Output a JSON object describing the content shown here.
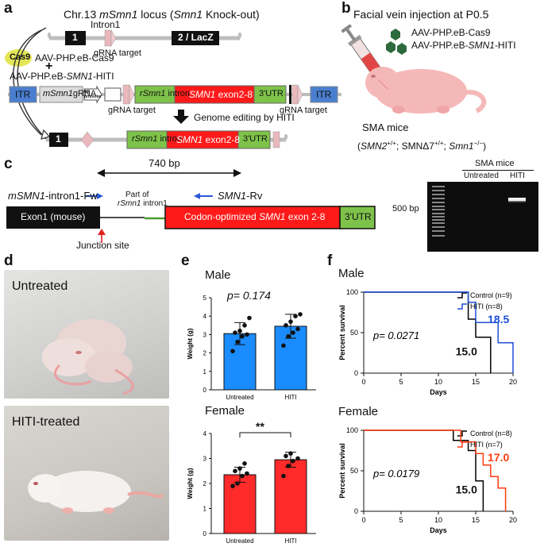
{
  "panel_labels": [
    "a",
    "b",
    "c",
    "d",
    "e",
    "f"
  ],
  "panel_a": {
    "title": "Chr.13 mSmn1 locus (Smn1 Knock-out)",
    "title_italic": "mSmn1",
    "title_pre": "Chr.13 ",
    "title_mid": " locus (",
    "title_it2": "Smn1",
    "title_post": " Knock-out)",
    "intron1": "Intron1",
    "exon1": "1",
    "exon2_lacz": "2 / LacZ",
    "grna_target": "gRNA target",
    "cas9": "Cas9",
    "vector1": "AAV-PHP.eB-Cas9",
    "plus": "+",
    "vector2_pre": "AAV-PHP.eB-",
    "vector2_it": "SMN1",
    "vector2_post": "-HITI",
    "itr": "ITR",
    "msmn1grna_it": "mSmn1",
    "msmn1grna_post": "gRNA",
    "u6": "U6 promoter",
    "rsmn1_it": "rSmn1",
    "rsmn1_post": " intron",
    "smn1_it": "SMN1",
    "smn1_post": " exon2-8",
    "utr": "3'UTR",
    "editing": "Genome editing by HITI"
  },
  "panel_b": {
    "title": "Facial vein injection at P0.5",
    "vector1": "AAV-PHP.eB-Cas9",
    "vector2_pre": "AAV-PHP.eB-",
    "vector2_it": "SMN1",
    "vector2_post": "-HITI",
    "sma": "SMA mice",
    "genotype_a": "SMN2",
    "genotype_a_sup": "+/+",
    "genotype_b": "; SMNΔ7",
    "genotype_b_sup": "+/+",
    "genotype_c": "; ",
    "genotype_c_it": "Smn1",
    "genotype_c_sup": "−/−"
  },
  "panel_c": {
    "size": "740 bp",
    "fw_it": "mSMN1",
    "fw_post": "-intron1-Fw",
    "rv_it": "SMN1",
    "rv_post": "-Rv",
    "part_of": "Part of",
    "rsmn1_it": "rSmn1",
    "rsmn1_post": " intron1",
    "exon1": "Exon1 (mouse)",
    "codon_pre": "Codon-optimized ",
    "codon_it": "SMN1",
    "codon_post": " exon 2-8",
    "utr": "3'UTR",
    "junction": "Junction site",
    "gel_title": "SMA mice",
    "gel_lane1": "Untreated",
    "gel_lane2": "HITI",
    "gel_marker": "500 bp"
  },
  "panel_d": {
    "top": "Untreated",
    "bottom": "HITI-treated"
  },
  "panel_e": {
    "charts": [
      {
        "title": "Male",
        "stat": "p= 0.174",
        "ylabel": "Weight (g)",
        "ylim": [
          0,
          5
        ],
        "yticks": [
          "0",
          "1",
          "2",
          "3",
          "4",
          "5"
        ],
        "categories": [
          "Untreated",
          "HITI"
        ],
        "values": [
          3.05,
          3.45
        ],
        "sd": [
          0.6,
          0.65
        ],
        "points": [
          [
            2.1,
            2.6,
            2.9,
            3.0,
            3.1,
            3.2,
            3.5,
            3.9
          ],
          [
            2.4,
            2.9,
            3.1,
            3.3,
            3.5,
            3.7,
            4.0,
            4.1
          ]
        ],
        "color": "#1a8cff"
      },
      {
        "title": "Female",
        "stat": "**",
        "ylabel": "Weight (g)",
        "ylim": [
          0,
          4
        ],
        "yticks": [
          "0",
          "1",
          "2",
          "3",
          "4"
        ],
        "categories": [
          "Untreated",
          "HITI"
        ],
        "values": [
          2.35,
          2.95
        ],
        "sd": [
          0.3,
          0.3
        ],
        "points": [
          [
            1.9,
            2.0,
            2.3,
            2.4,
            2.5,
            2.6,
            2.8
          ],
          [
            2.3,
            2.7,
            2.9,
            3.0,
            3.1,
            3.2
          ]
        ],
        "color": "#ff2b2b"
      }
    ]
  },
  "panel_f": {
    "charts": [
      {
        "title": "Male",
        "type": "line",
        "ylabel": "Percent survival",
        "xlabel": "Days",
        "xlim": [
          0,
          20
        ],
        "ylim": [
          0,
          100
        ],
        "xticks": [
          "0",
          "5",
          "10",
          "15",
          "20"
        ],
        "yticks": [
          "0",
          "50",
          "100"
        ],
        "stat": "p= 0.0271",
        "median_control": "15.0",
        "median_hiti": "18.5",
        "series": [
          {
            "name": "Control (n=9)",
            "color": "#000000",
            "steps": [
              [
                0,
                100
              ],
              [
                14,
                100
              ],
              [
                14,
                66.7
              ],
              [
                15,
                66.7
              ],
              [
                15,
                44.4
              ],
              [
                16,
                44.4
              ],
              [
                16,
                44.4
              ],
              [
                17,
                44.4
              ],
              [
                17,
                0
              ]
            ]
          },
          {
            "name": "HITI (n=8)",
            "color": "#1f4fd8",
            "steps": [
              [
                0,
                100
              ],
              [
                14,
                100
              ],
              [
                14,
                87.5
              ],
              [
                15,
                87.5
              ],
              [
                15,
                62.5
              ],
              [
                18,
                62.5
              ],
              [
                18,
                37.5
              ],
              [
                19,
                37.5
              ],
              [
                19,
                37.5
              ],
              [
                20,
                37.5
              ],
              [
                20,
                0
              ]
            ]
          }
        ]
      },
      {
        "title": "Female",
        "type": "line",
        "ylabel": "Percent survival",
        "xlabel": "Days",
        "xlim": [
          0,
          20
        ],
        "ylim": [
          0,
          100
        ],
        "xticks": [
          "0",
          "5",
          "10",
          "15",
          "20"
        ],
        "yticks": [
          "0",
          "50",
          "100"
        ],
        "stat": "p= 0.0179",
        "median_control": "15.0",
        "median_hiti": "17.0",
        "series": [
          {
            "name": "Control (n=8)",
            "color": "#000000",
            "steps": [
              [
                0,
                100
              ],
              [
                12,
                100
              ],
              [
                12,
                87.5
              ],
              [
                14,
                87.5
              ],
              [
                14,
                75
              ],
              [
                15,
                75
              ],
              [
                15,
                37.5
              ],
              [
                16,
                37.5
              ],
              [
                16,
                0
              ]
            ]
          },
          {
            "name": "HITI (n=7)",
            "color": "#ff3b10",
            "steps": [
              [
                0,
                100
              ],
              [
                13,
                100
              ],
              [
                13,
                85.7
              ],
              [
                15,
                85.7
              ],
              [
                15,
                71.4
              ],
              [
                16,
                71.4
              ],
              [
                16,
                57.1
              ],
              [
                17,
                57.1
              ],
              [
                17,
                42.9
              ],
              [
                18,
                42.9
              ],
              [
                18,
                28.6
              ],
              [
                19,
                28.6
              ],
              [
                19,
                0
              ]
            ]
          }
        ]
      }
    ]
  }
}
